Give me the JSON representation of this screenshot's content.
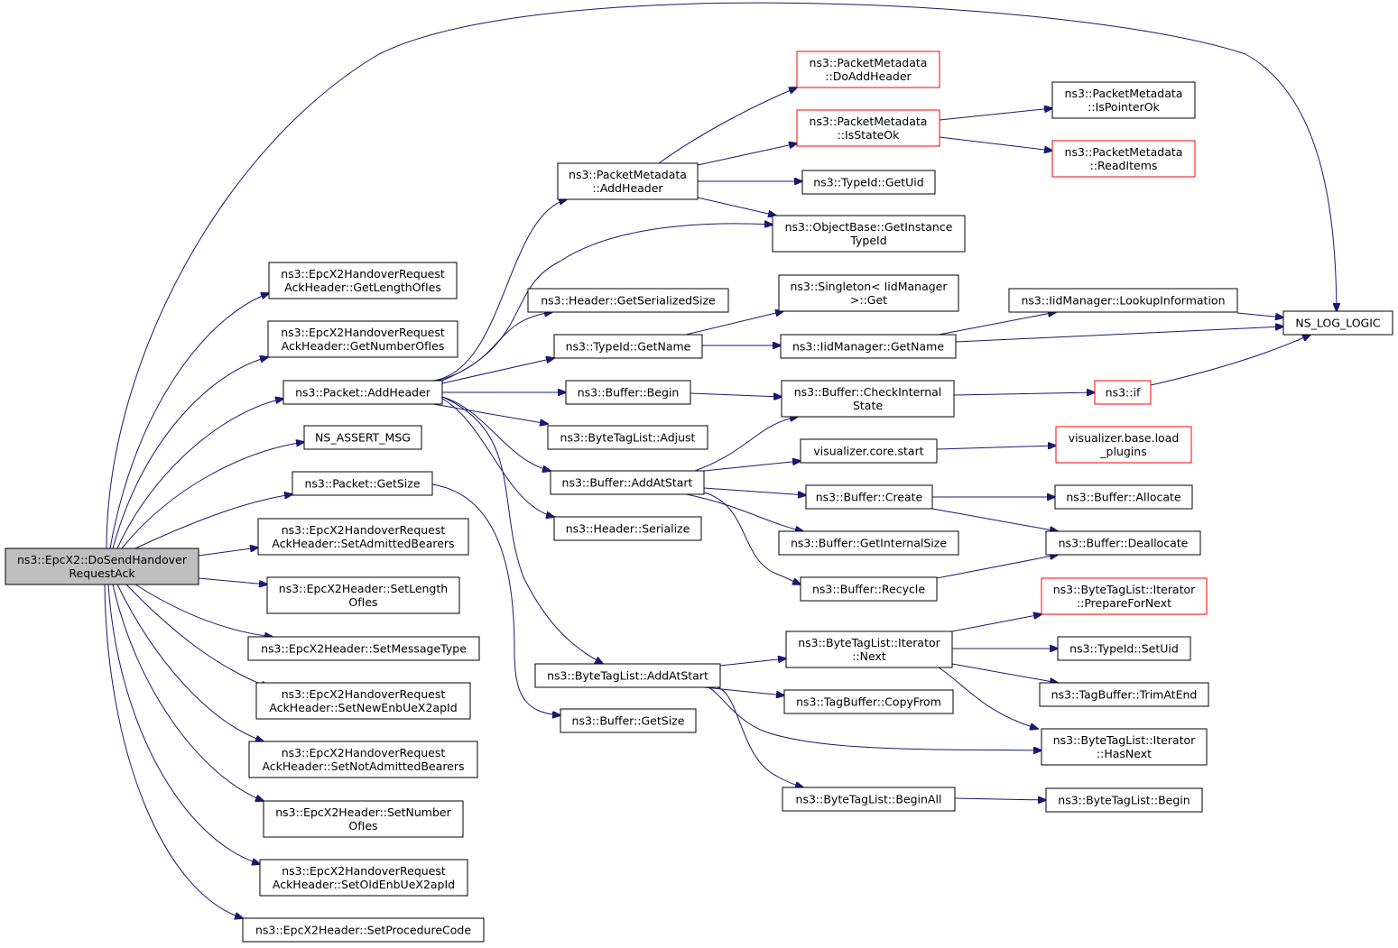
{
  "nodes": {
    "root": {
      "lines": [
        "ns3::EpcX2::DoSendHandover",
        "RequestAck"
      ]
    },
    "ns_log_logic": {
      "lines": [
        "NS_LOG_LOGIC"
      ]
    },
    "getLengthOfIes": {
      "lines": [
        "ns3::EpcX2HandoverRequest",
        "AckHeader::GetLengthOfIes"
      ]
    },
    "getNumberOfIes": {
      "lines": [
        "ns3::EpcX2HandoverRequest",
        "AckHeader::GetNumberOfIes"
      ]
    },
    "packetAddHeader": {
      "lines": [
        "ns3::Packet::AddHeader"
      ]
    },
    "nsAssertMsg": {
      "lines": [
        "NS_ASSERT_MSG"
      ]
    },
    "packetGetSize": {
      "lines": [
        "ns3::Packet::GetSize"
      ]
    },
    "setAdmittedBearers": {
      "lines": [
        "ns3::EpcX2HandoverRequest",
        "AckHeader::SetAdmittedBearers"
      ]
    },
    "setLengthOfIes": {
      "lines": [
        "ns3::EpcX2Header::SetLength",
        "OfIes"
      ]
    },
    "setMessageType": {
      "lines": [
        "ns3::EpcX2Header::SetMessageType"
      ]
    },
    "setNewEnbUeX2apId": {
      "lines": [
        "ns3::EpcX2HandoverRequest",
        "AckHeader::SetNewEnbUeX2apId"
      ]
    },
    "setNotAdmittedBearers": {
      "lines": [
        "ns3::EpcX2HandoverRequest",
        "AckHeader::SetNotAdmittedBearers"
      ]
    },
    "setNumberOfIes": {
      "lines": [
        "ns3::EpcX2Header::SetNumber",
        "OfIes"
      ]
    },
    "setOldEnbUeX2apId": {
      "lines": [
        "ns3::EpcX2HandoverRequest",
        "AckHeader::SetOldEnbUeX2apId"
      ]
    },
    "setProcedureCode": {
      "lines": [
        "ns3::EpcX2Header::SetProcedureCode"
      ]
    },
    "pmAddHeader": {
      "lines": [
        "ns3::PacketMetadata",
        "::AddHeader"
      ]
    },
    "headerGetSerializedSize": {
      "lines": [
        "ns3::Header::GetSerializedSize"
      ]
    },
    "typeIdGetName": {
      "lines": [
        "ns3::TypeId::GetName"
      ]
    },
    "bufferBegin": {
      "lines": [
        "ns3::Buffer::Begin"
      ]
    },
    "byteTagListAdjust": {
      "lines": [
        "ns3::ByteTagList::Adjust"
      ]
    },
    "bufferAddAtStart": {
      "lines": [
        "ns3::Buffer::AddAtStart"
      ]
    },
    "headerSerialize": {
      "lines": [
        "ns3::Header::Serialize"
      ]
    },
    "byteTagListAddAtStart": {
      "lines": [
        "ns3::ByteTagList::AddAtStart"
      ]
    },
    "bufferGetSize": {
      "lines": [
        "ns3::Buffer::GetSize"
      ]
    },
    "pmDoAddHeader": {
      "lines": [
        "ns3::PacketMetadata",
        "::DoAddHeader"
      ],
      "red": true
    },
    "pmIsStateOk": {
      "lines": [
        "ns3::PacketMetadata",
        "::IsStateOk"
      ],
      "red": true
    },
    "typeIdGetUid": {
      "lines": [
        "ns3::TypeId::GetUid"
      ]
    },
    "objectBaseGetInstanceTypeId": {
      "lines": [
        "ns3::ObjectBase::GetInstance",
        "TypeId"
      ]
    },
    "singletonGet": {
      "lines": [
        "ns3::Singleton< IidManager",
        ">::Get"
      ]
    },
    "iidManagerGetName": {
      "lines": [
        "ns3::IidManager::GetName"
      ]
    },
    "bufferCheckInternalState": {
      "lines": [
        "ns3::Buffer::CheckInternal",
        "State"
      ]
    },
    "visualizerCoreStart": {
      "lines": [
        "visualizer.core.start"
      ]
    },
    "bufferCreate": {
      "lines": [
        "ns3::Buffer::Create"
      ]
    },
    "bufferGetInternalSize": {
      "lines": [
        "ns3::Buffer::GetInternalSize"
      ]
    },
    "bufferRecycle": {
      "lines": [
        "ns3::Buffer::Recycle"
      ]
    },
    "iteratorNext": {
      "lines": [
        "ns3::ByteTagList::Iterator",
        "::Next"
      ]
    },
    "tagBufferCopyFrom": {
      "lines": [
        "ns3::TagBuffer::CopyFrom"
      ]
    },
    "byteTagListBeginAll": {
      "lines": [
        "ns3::ByteTagList::BeginAll"
      ]
    },
    "pmIsPointerOk": {
      "lines": [
        "ns3::PacketMetadata",
        "::IsPointerOk"
      ]
    },
    "pmReadItems": {
      "lines": [
        "ns3::PacketMetadata",
        "::ReadItems"
      ],
      "red": true
    },
    "iidManagerLookupInformation": {
      "lines": [
        "ns3::IidManager::LookupInformation"
      ]
    },
    "ns3If": {
      "lines": [
        "ns3::if"
      ],
      "red": true
    },
    "visualizerBaseLoadPlugins": {
      "lines": [
        "visualizer.base.load",
        "_plugins"
      ],
      "red": true
    },
    "bufferAllocate": {
      "lines": [
        "ns3::Buffer::Allocate"
      ]
    },
    "bufferDeallocate": {
      "lines": [
        "ns3::Buffer::Deallocate"
      ]
    },
    "iteratorPrepareForNext": {
      "lines": [
        "ns3::ByteTagList::Iterator",
        "::PrepareForNext"
      ],
      "red": true
    },
    "typeIdSetUid": {
      "lines": [
        "ns3::TypeId::SetUid"
      ]
    },
    "tagBufferTrimAtEnd": {
      "lines": [
        "ns3::TagBuffer::TrimAtEnd"
      ]
    },
    "iteratorHasNext": {
      "lines": [
        "ns3::ByteTagList::Iterator",
        "::HasNext"
      ]
    },
    "byteTagListBegin": {
      "lines": [
        "ns3::ByteTagList::Begin"
      ]
    }
  },
  "colors": {
    "edge": "#191970",
    "border": "#000000",
    "border_incomplete": "#ff0000",
    "root_fill": "#bfbfbf",
    "background": "#ffffff"
  }
}
